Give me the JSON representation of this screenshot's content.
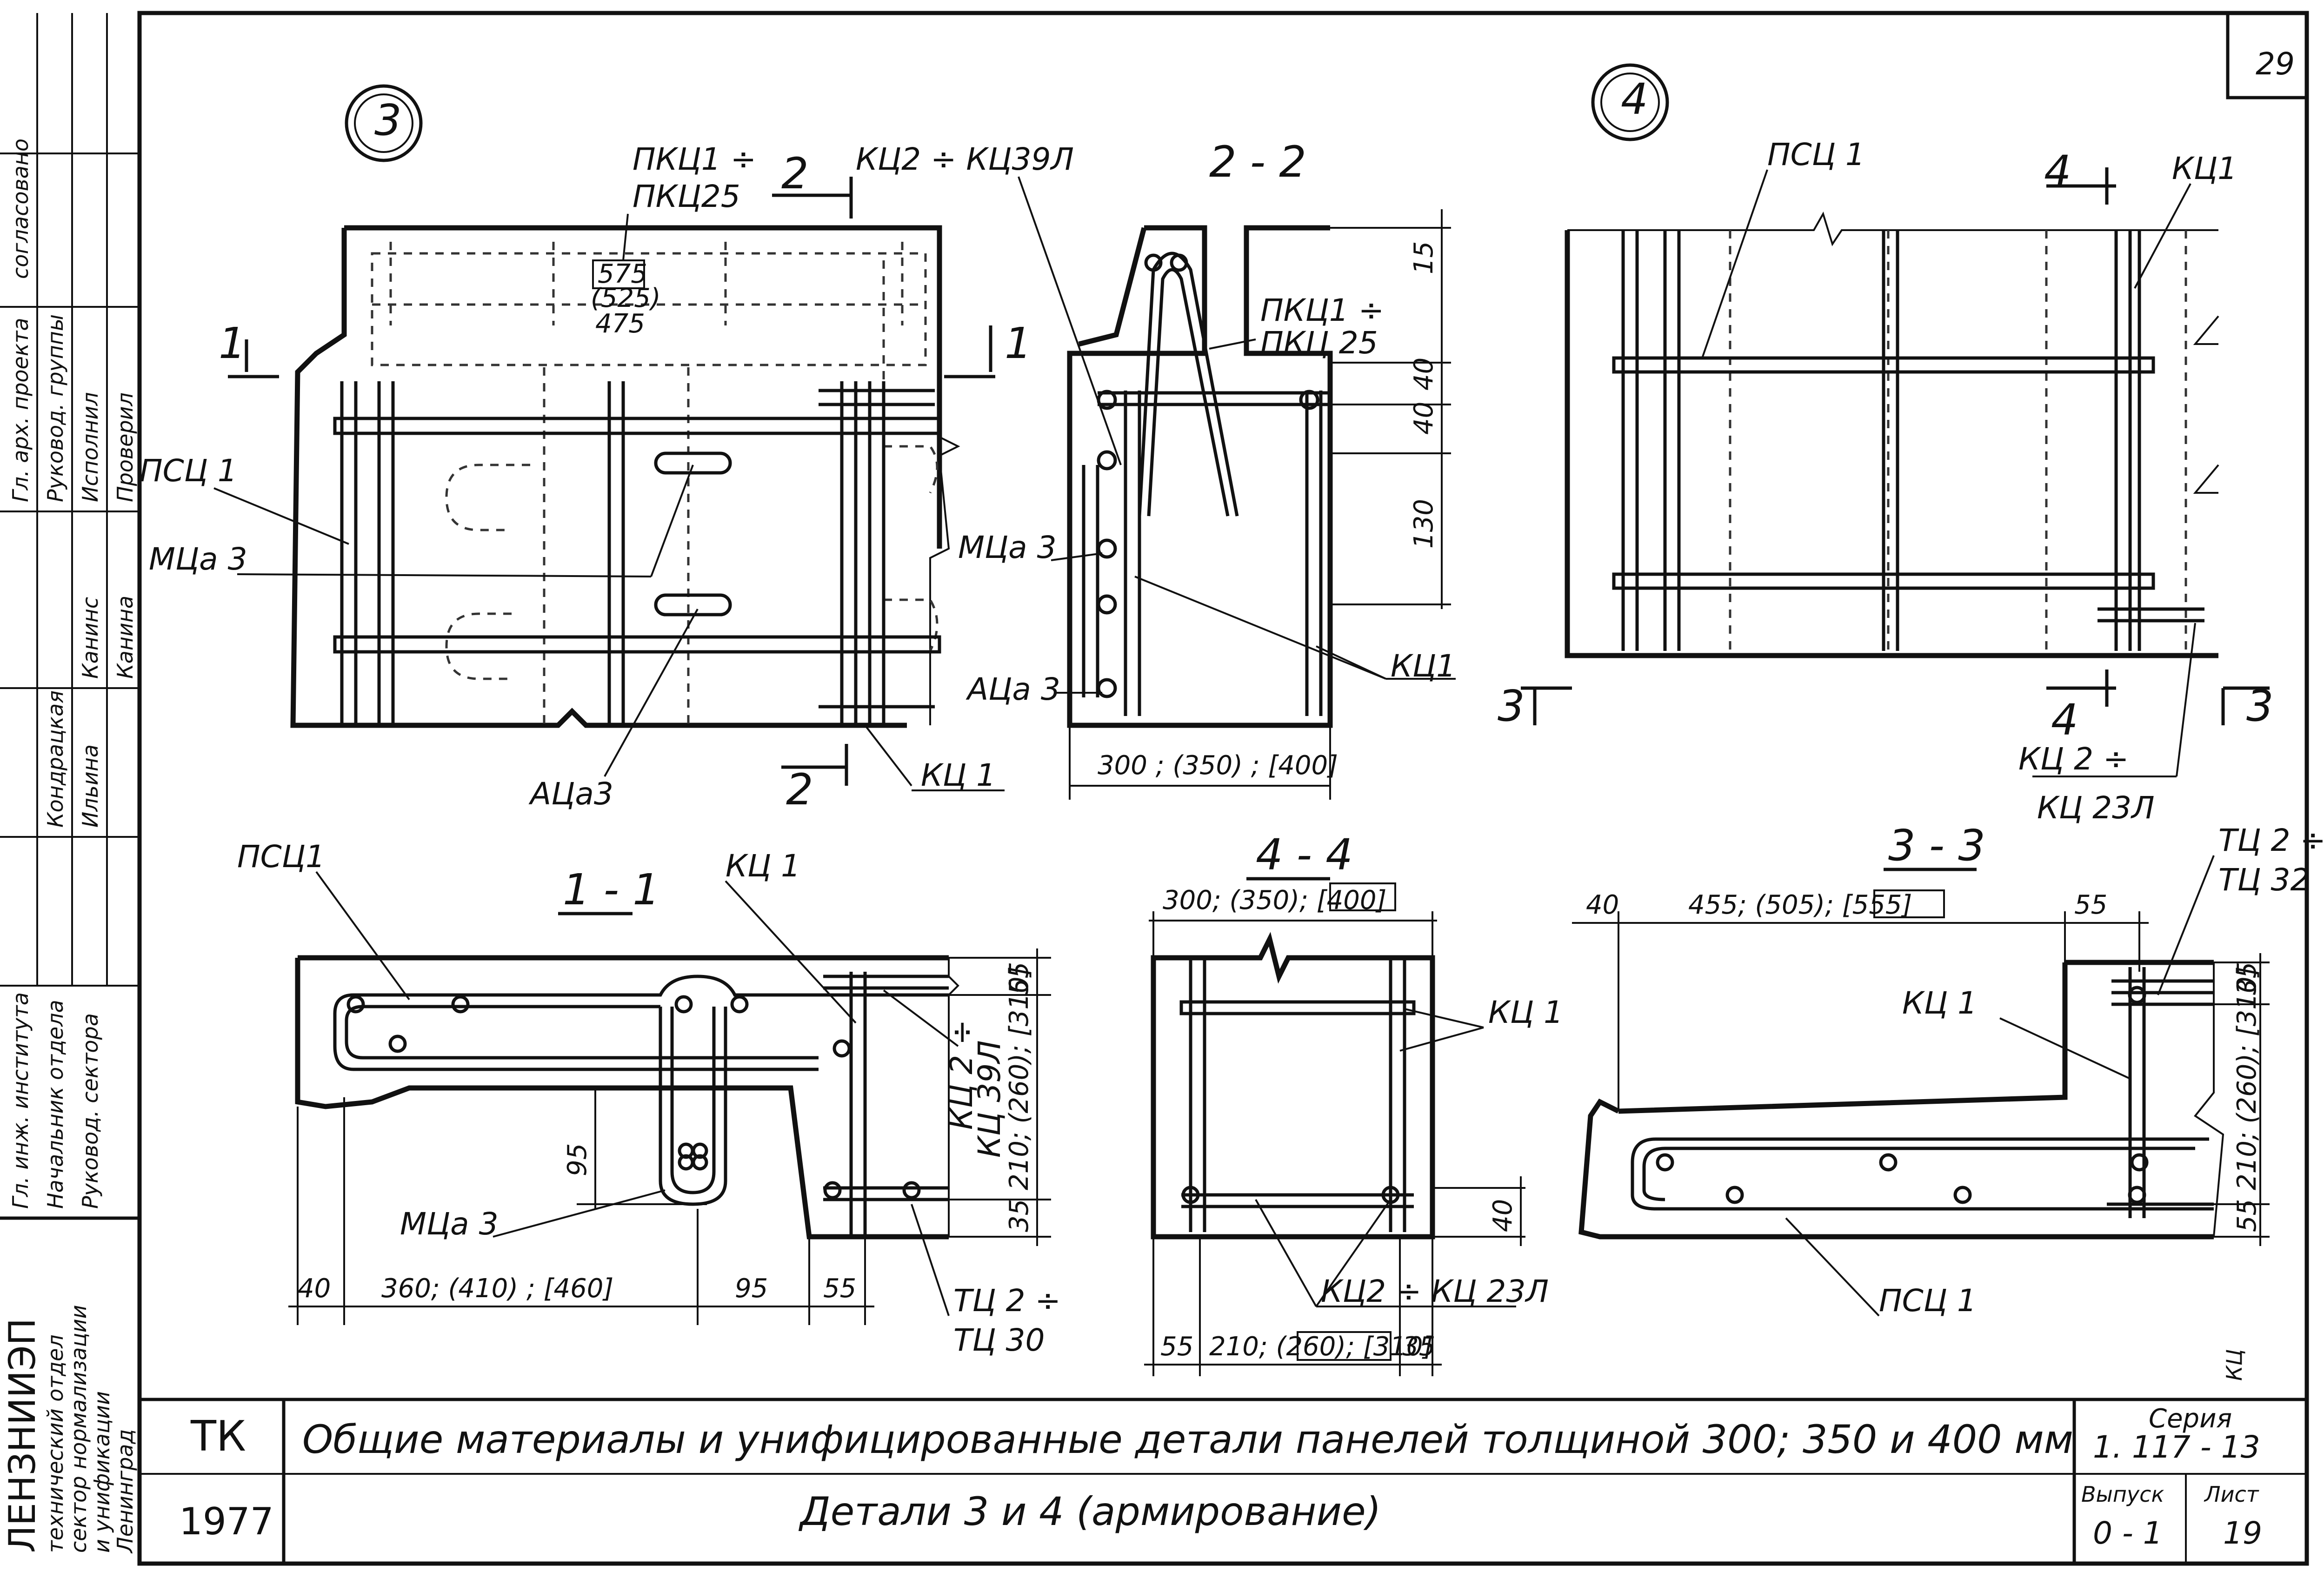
{
  "page_number": "29",
  "details": {
    "d3": {
      "marker": "3"
    },
    "d4": {
      "marker": "4"
    }
  },
  "labels": {
    "pkc_top": "ПКЦ1 ÷",
    "pkc_bot": "ПКЦ25",
    "kc2_kc39": "КЦ2 ÷ КЦ39Л",
    "dim575": "575",
    "dim525": "(525)",
    "dim475": "475",
    "psc1": "ПСЦ 1",
    "mca3": "МЦа 3",
    "aca3": "АЦа3",
    "kc1": "КЦ 1",
    "cut1": "1",
    "cut2": "2",
    "cut3": "3",
    "cut4": "4"
  },
  "section22": {
    "title": "2 - 2",
    "pkc_a": "ПКЦ1 ÷",
    "pkc_b": "ПКЦ 25",
    "mca3": "МЦа 3",
    "aca3": "АЦа 3",
    "kc1": "КЦ1",
    "dim15": "15",
    "dim40a": "40",
    "dim40b": "40",
    "dim130": "130",
    "width": "300 ; (350) ; [400]"
  },
  "detail4": {
    "psc1": "ПСЦ 1",
    "kc1": "КЦ1",
    "kc2": "КЦ 2 ÷",
    "kc23": "КЦ 23Л"
  },
  "section11": {
    "title": "1 - 1",
    "psc1": "ПСЦ1",
    "kc1": "КЦ 1",
    "kc2a": "КЦ 2 ÷",
    "kc2b": "КЦ 39Л",
    "mca3": "МЦа 3",
    "tc2": "ТЦ 2 ÷",
    "tc30": "ТЦ 30",
    "dim95v": "95",
    "dim55v": "55",
    "dim35v": "35",
    "dim210": "210; (260); [310]",
    "dim40": "40",
    "dim360": "360; (410) ; [460]",
    "dim95": "95",
    "dim55": "55"
  },
  "section44": {
    "title": "4 - 4",
    "width": "300; (350); [400]",
    "kc1": "КЦ 1",
    "kc2": "КЦ2 ÷ КЦ 23Л",
    "dim40": "40",
    "dim55": "55",
    "dim210": "210; (260); [310]",
    "dim35": "35"
  },
  "section33": {
    "title": "3 - 3",
    "tc2": "ТЦ 2 ÷",
    "tc32": "ТЦ 32",
    "kc1": "КЦ 1",
    "psc1": "ПСЦ 1",
    "dim40": "40",
    "dim455": "455; (505); [555]",
    "dim55": "55",
    "dim35": "35",
    "dim210": "210; (260); [310]",
    "dim55b": "55",
    "kc": "КЦ"
  },
  "left_stamp": {
    "org1": "ЛЕНЗНИИЭП",
    "org2": "технический отдел",
    "org3": "сектор нормализации",
    "org4": "и унификации",
    "org5": "Ленинград",
    "roles": [
      "Гл. инж. института",
      "Начальник отдела",
      "Руковод. сектора",
      "Гл. арх. проекта",
      "Руковод. группы",
      "Исполнил",
      "Проверил"
    ],
    "names": [
      "Канина",
      "Кондрацкая",
      "Ильина",
      "Канинс"
    ],
    "agreed": "согласовано"
  },
  "title_block": {
    "code": "ТК",
    "year": "1977",
    "title": "Общие материалы и унифицированные детали панелей толщиной 300; 350 и 400 мм",
    "subtitle": "Детали 3 и 4 (армирование)",
    "series_label": "Серия",
    "series_value": "1. 117 - 13",
    "issue_label": "Выпуск",
    "issue_value": "0 - 1",
    "sheet_label": "Лист",
    "sheet_value": "19"
  }
}
